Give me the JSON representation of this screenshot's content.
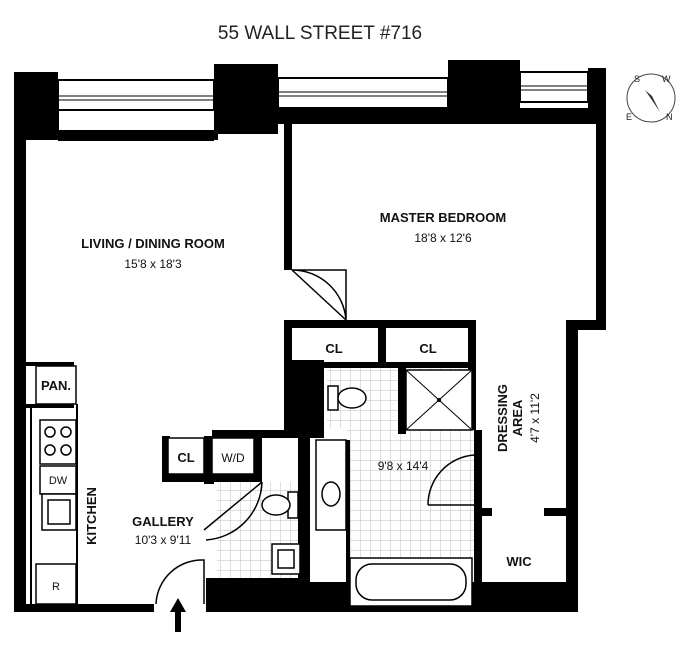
{
  "title": "55 WALL STREET #716",
  "rooms": {
    "living": {
      "name": "LIVING / DINING ROOM",
      "dim": "15'8 x 18'3"
    },
    "master": {
      "name": "MASTER BEDROOM",
      "dim": "18'8 x 12'6"
    },
    "closet_left": "CL",
    "closet_right": "CL",
    "pantry": "PAN.",
    "dishwasher": "DW",
    "refrigerator": "R",
    "kitchen": "KITCHEN",
    "gallery": {
      "name": "GALLERY",
      "dim": "10'3 x 9'11"
    },
    "gallery_closet": "CL",
    "washer_dryer": "W/D",
    "bath": {
      "dim": "9'8 x 14'4"
    },
    "dressing": {
      "line1": "DRESSING",
      "line2": "AREA",
      "dim": "4'7 x 11'2"
    },
    "wic": "WIC"
  },
  "compass": {
    "labels": [
      "S",
      "W",
      "E",
      "N"
    ]
  }
}
